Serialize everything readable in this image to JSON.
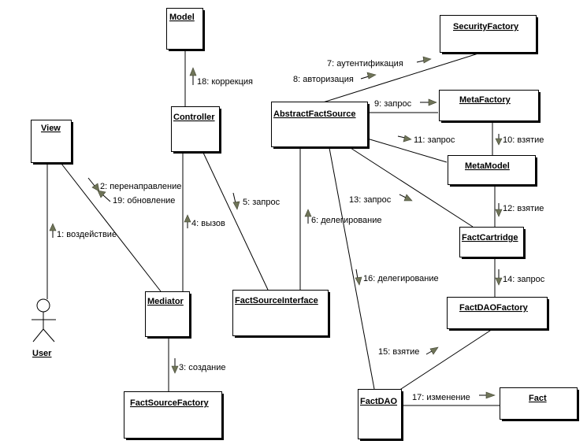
{
  "objects": {
    "model": "Model",
    "security_factory": "SecurityFactory",
    "view": "View",
    "controller": "Controller",
    "abstract_fact_source": "AbstractFactSource",
    "meta_factory": "MetaFactory",
    "meta_model": "MetaModel",
    "fact_cartridge": "FactCartridge",
    "mediator": "Mediator",
    "fact_source_interface": "FactSourceInterface",
    "fact_dao_factory": "FactDAOFactory",
    "fact_source_factory": "FactSourceFactory",
    "fact_dao": "FactDAO",
    "fact": "Fact",
    "user": "User"
  },
  "messages": {
    "m1": "1: воздействие",
    "m2": "2: перенаправление",
    "m3": "3: создание",
    "m4": "4: вызов",
    "m5": "5: запрос",
    "m6": "6: делегирование",
    "m7": "7: аутентификация",
    "m8": "8: авторизация",
    "m9": "9: запрос",
    "m10": "10: взятие",
    "m11": "11: запрос",
    "m12": "12: взятие",
    "m13": "13: запрос",
    "m14": "14: запрос",
    "m15": "15: взятие",
    "m16": "16: делегирование",
    "m17": "17: изменение",
    "m18": "18: коррекция",
    "m19": "19: обновление"
  }
}
